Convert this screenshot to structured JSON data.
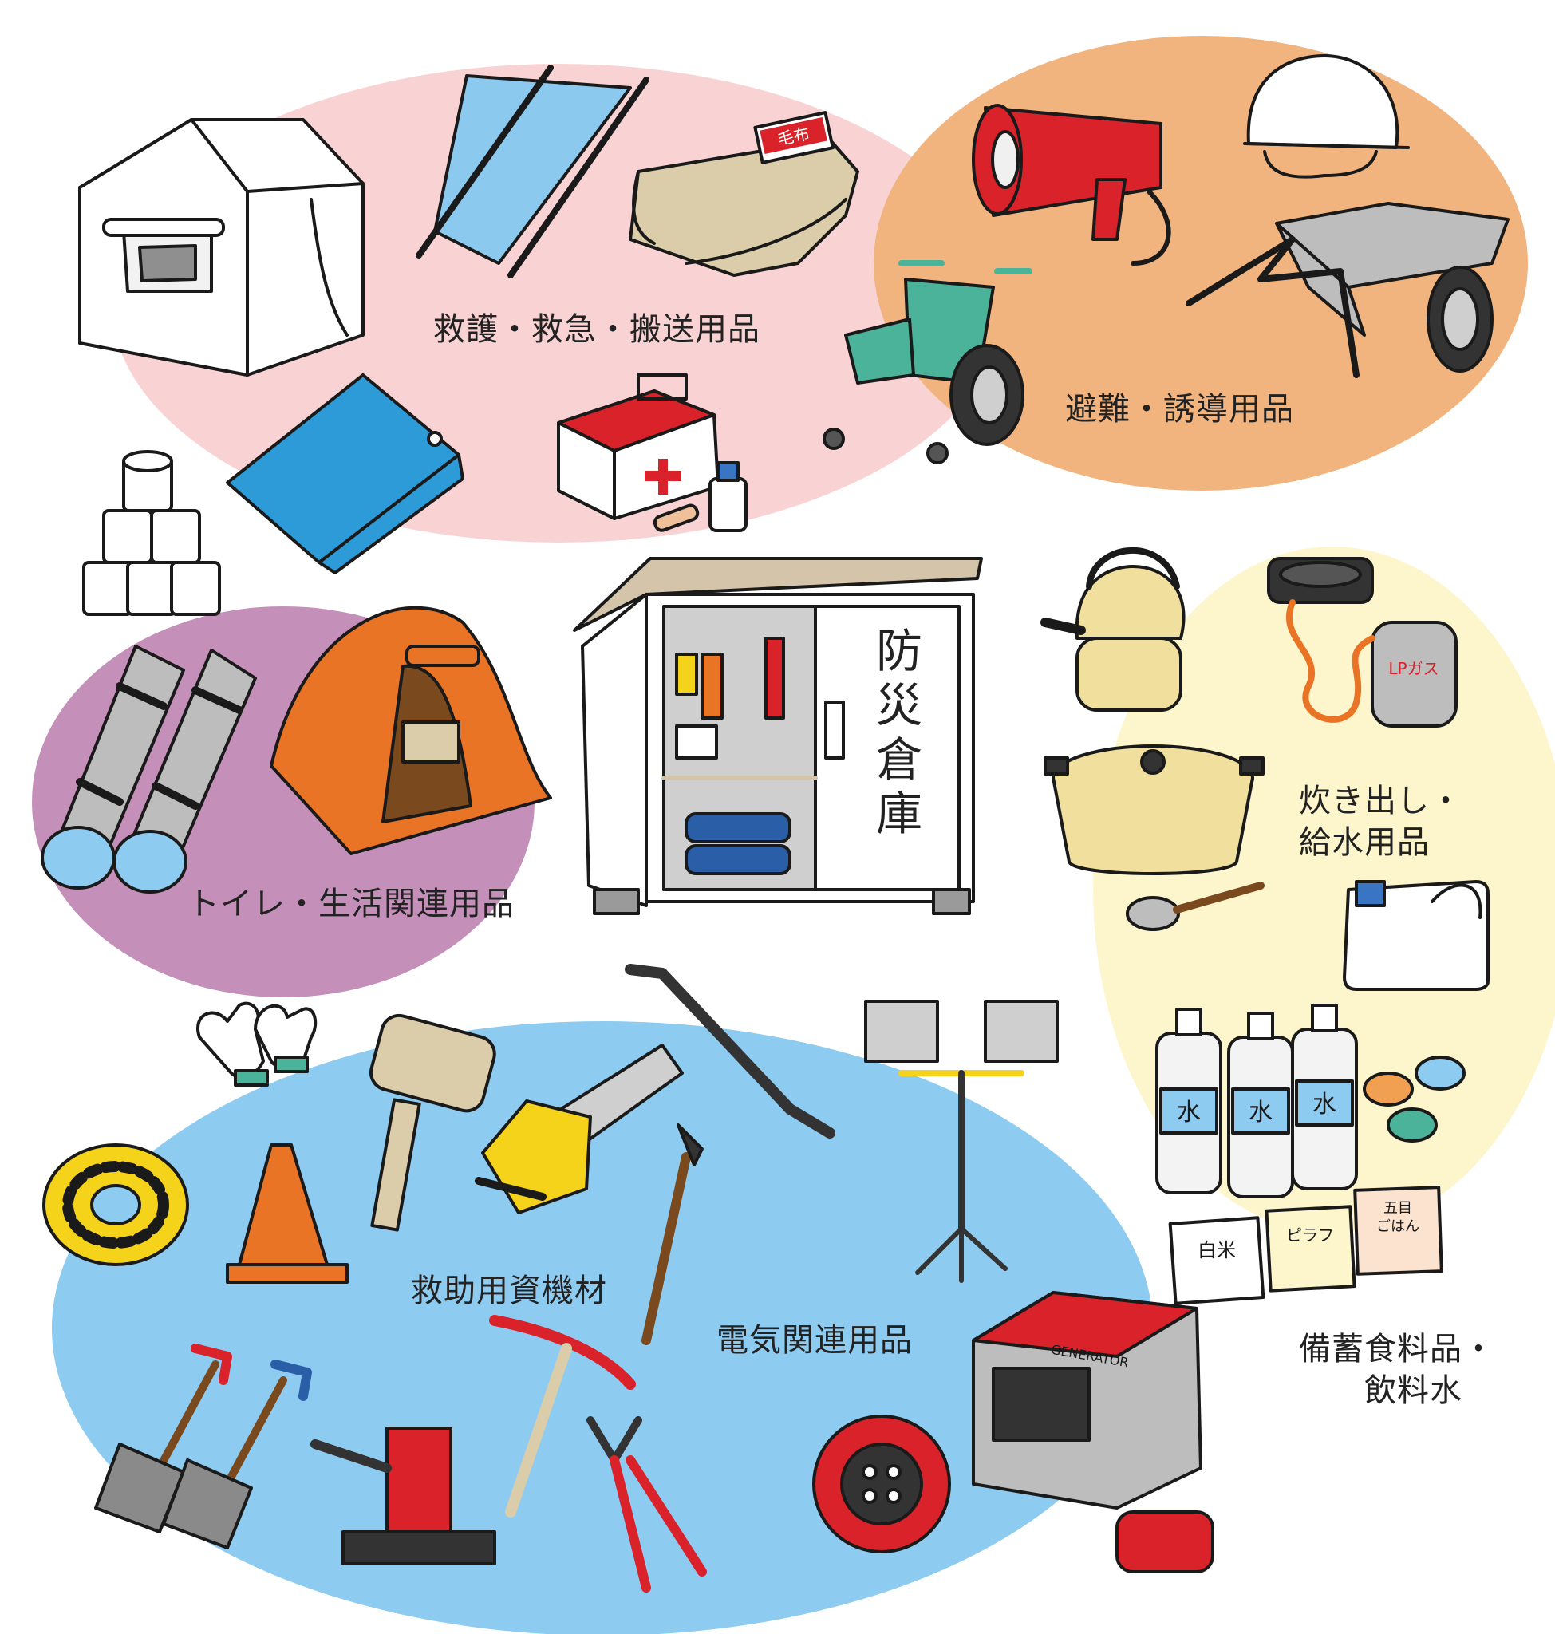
{
  "labels": {
    "rescue_transport": "救護・救急・搬送用品",
    "evacuation": "避難・誘導用品",
    "toilet_living": "トイレ・生活関連用品",
    "cooking_water": "炊き出し・\n給水用品",
    "rescue_equipment": "救助用資機材",
    "electrical": "電気関連用品",
    "food_drink": "備蓄食料品・\n　　飲料水",
    "warehouse_sign": "防災倉庫"
  },
  "item_text": {
    "blanket_tag": "毛布",
    "gas_cylinder": "LPガス",
    "generator": "GENERATOR",
    "water_bottle": "水",
    "rice_pack": "白米",
    "pilaf_pack": "ピラフ",
    "gomoku_pack_1": "五目",
    "gomoku_pack_2": "ごはん"
  },
  "colors": {
    "pink_zone": "#f9d3d3",
    "orange_zone": "#f2b47e",
    "purple_zone": "#c490b9",
    "yellow_zone": "#fdf6cd",
    "blue_zone": "#8ecbf0",
    "outline": "#1a1a1a",
    "red": "#d9222a",
    "tent_orange": "#e97425",
    "tarp_blue": "#2d9bd8",
    "stretcher_blue": "#8cc9ef",
    "teal": "#4bb39a",
    "khaki": "#dccdaa",
    "pot_yellow": "#f0df9d",
    "grey": "#bdbdbd",
    "dark_grey": "#6e6e6e",
    "shed_roof": "#d4c4a9",
    "yellow_tool": "#f5d31a"
  },
  "icons": [
    "tent-icon",
    "stretcher-icon",
    "blanket-icon",
    "tarp-icon",
    "first-aid-kit-icon",
    "toilet-paper-icon",
    "megaphone-icon",
    "helmet-icon",
    "wheelchair-icon",
    "cart-icon",
    "sleeping-mat-icon",
    "toilet-tent-icon",
    "warehouse-icon",
    "kettle-icon",
    "gas-stove-icon",
    "pot-icon",
    "ladle-icon",
    "water-tank-icon",
    "water-bottle-icon",
    "canned-food-icon",
    "rice-pack-icon",
    "gloves-icon",
    "rope-icon",
    "cone-icon",
    "mallet-icon",
    "chainsaw-icon",
    "crowbar-icon",
    "axe-icon",
    "floodlight-icon",
    "shovel-icon",
    "jack-icon",
    "pickaxe-icon",
    "bolt-cutter-icon",
    "cord-reel-icon",
    "generator-icon",
    "fuel-tank-icon"
  ]
}
